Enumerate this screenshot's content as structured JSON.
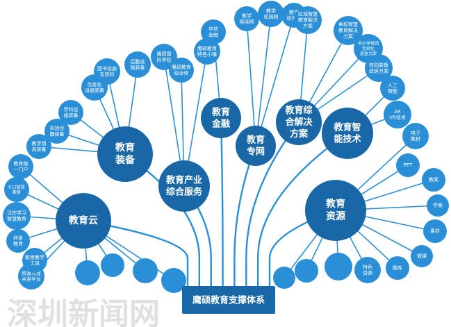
{
  "colors": {
    "main": "#1a67a8",
    "leaf": "#2a8fd6",
    "line": "#2a8fd6",
    "base": "#1a67a8"
  },
  "root": {
    "label": "鹰硕教育支撑体系"
  },
  "watermark": "深圳新闻网",
  "main_nodes": [
    {
      "id": "cloud",
      "text": "教育云"
    },
    {
      "id": "equip",
      "text": "教育\n装备"
    },
    {
      "id": "industry",
      "text": "教育产业\n综合服务"
    },
    {
      "id": "finance",
      "text": "教育\n金融"
    },
    {
      "id": "network",
      "text": "教育\n专网"
    },
    {
      "id": "solution",
      "text": "教育综\n合解决\n方案"
    },
    {
      "id": "ai",
      "text": "教育智\n能技术"
    },
    {
      "id": "resource",
      "text": "教育\n资源"
    }
  ],
  "leaf_nodes": [
    {
      "text": "资源共建\n共享平台",
      "parent": "cloud"
    },
    {
      "text": "教育教学\n工具",
      "parent": "cloud"
    },
    {
      "text": "终身\n教育",
      "parent": "cloud"
    },
    {
      "text": "泛在学习\n智慧教育",
      "parent": "cloud"
    },
    {
      "text": "K12智慧\n教育",
      "parent": "cloud"
    },
    {
      "text": "教育统\n一门户",
      "parent": "cloud"
    },
    {
      "text": "教学用\n具装备",
      "parent": "equip"
    },
    {
      "text": "实验仪\n器装备",
      "parent": "equip"
    },
    {
      "text": "学科设\n施装备",
      "parent": "equip"
    },
    {
      "text": "信息化\n设施装备",
      "parent": "equip"
    },
    {
      "text": "图书设施\n及资料",
      "parent": "equip"
    },
    {
      "text": "后勤设\n施装备",
      "parent": "equip"
    },
    {
      "text": "鹰硕国\n际学校",
      "parent": "industry"
    },
    {
      "text": "鹰硕教育\n综合体",
      "parent": "industry"
    },
    {
      "text": "鹰硕教育\n特色小镇",
      "parent": "industry"
    },
    {
      "text": "华信\n金融",
      "parent": "finance"
    },
    {
      "text": "教学\n城域网",
      "parent": "network"
    },
    {
      "text": "教学\n校园网",
      "parent": "network"
    },
    {
      "text": "教学\n校内网",
      "parent": "network"
    },
    {
      "text": "区域智慧\n教育解决\n方案",
      "parent": "solution"
    },
    {
      "text": "单校智慧\n教育解决\n方案",
      "parent": "solution"
    },
    {
      "text": "中小学校园\n信息化\n改造方案",
      "parent": "solution"
    },
    {
      "text": "校园装备\n改造方案",
      "parent": "solution"
    },
    {
      "text": "人工\n智能",
      "parent": "ai"
    },
    {
      "text": "AR\nVR技术",
      "parent": "ai"
    },
    {
      "text": "电子\n教材",
      "parent": "resource"
    },
    {
      "text": "PPT",
      "parent": "resource"
    },
    {
      "text": "教案",
      "parent": "resource"
    },
    {
      "text": "学案",
      "parent": "resource"
    },
    {
      "text": "素材",
      "parent": "resource"
    },
    {
      "text": "微课",
      "parent": "resource"
    },
    {
      "text": "题库",
      "parent": "resource"
    },
    {
      "text": "特色\n资源",
      "parent": "resource"
    },
    {
      "text": "",
      "parent": "cloud"
    },
    {
      "text": "",
      "parent": "cloud"
    },
    {
      "text": "",
      "parent": "cloud"
    },
    {
      "text": "",
      "parent": "cloud"
    },
    {
      "text": "",
      "parent": "resource"
    },
    {
      "text": "",
      "parent": "resource"
    },
    {
      "text": "",
      "parent": "resource"
    }
  ]
}
